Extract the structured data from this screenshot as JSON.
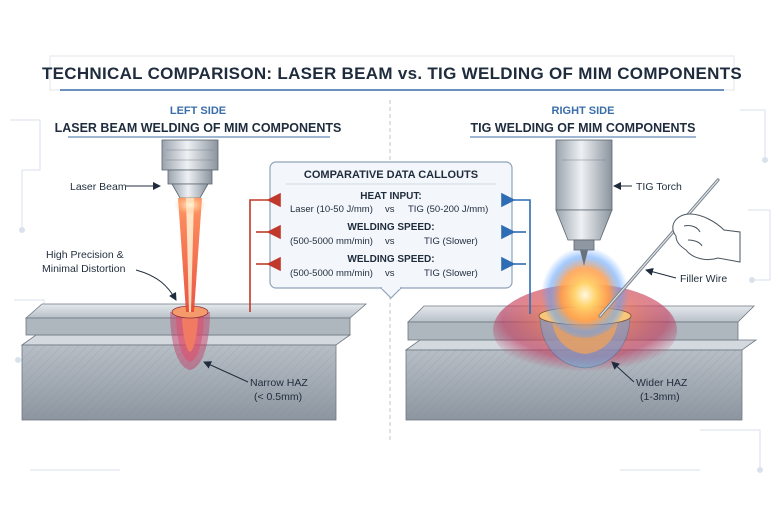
{
  "title": "TECHNICAL COMPARISON: LASER BEAM vs. TIG WELDING OF MIM COMPONENTS",
  "left": {
    "side_label": "LEFT SIDE",
    "subtitle": "LASER BEAM WELDING OF MIM COMPONENTS",
    "labels": {
      "laser_beam": "Laser Beam",
      "precision_line1": "High Precision &",
      "precision_line2": "Minimal Distortion",
      "haz_line1": "Narrow HAZ",
      "haz_line2": "(< 0.5mm)"
    }
  },
  "right": {
    "side_label": "RIGHT SIDE",
    "subtitle": "TIG WELDING OF MIM COMPONENTS",
    "labels": {
      "tig_torch": "TIG Torch",
      "filler_wire": "Filler Wire",
      "haz_line1": "Wider HAZ",
      "haz_line2": "(1-3mm)"
    }
  },
  "callouts": {
    "title": "COMPARATIVE DATA CALLOUTS",
    "rows": [
      {
        "heading": "HEAT INPUT:",
        "left": "Laser (10-50 J/mm)",
        "vs": "vs",
        "right": "TIG (50-200 J/mm)"
      },
      {
        "heading": "WELDING SPEED:",
        "left": "(500-5000 mm/min)",
        "vs": "vs",
        "right": "TIG (Slower)"
      },
      {
        "heading": "WELDING SPEED:",
        "left": "(500-5000 mm/min)",
        "vs": "vs",
        "right": "TIG (Slower)"
      }
    ]
  },
  "colors": {
    "title_text": "#1f2c3d",
    "accent_blue": "#3a6ea8",
    "laser_red": "#e5533a",
    "arrow_red": "#c0392b",
    "arrow_blue": "#2f6db3",
    "metal": "#b9c0c8"
  }
}
